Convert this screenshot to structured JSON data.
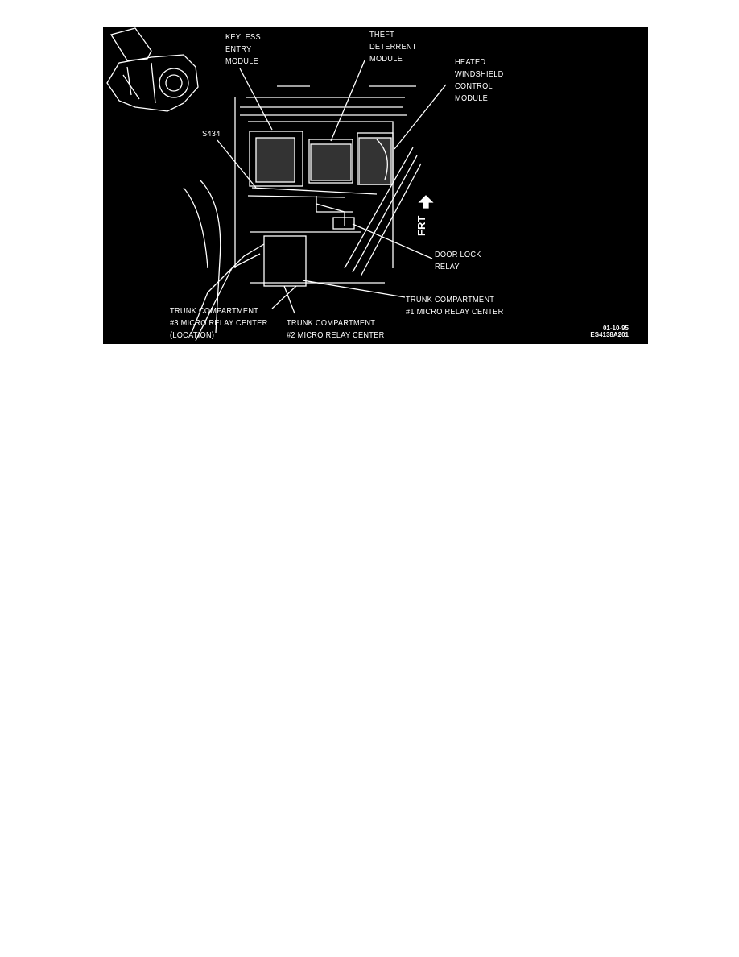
{
  "figure": {
    "labels": {
      "keyless": [
        "KEYLESS",
        "ENTRY",
        "MODULE"
      ],
      "theft": [
        "THEFT",
        "DETERRENT",
        "MODULE"
      ],
      "heated": [
        "HEATED",
        "WINDSHIELD",
        "CONTROL",
        "MODULE"
      ],
      "splice": "S434",
      "door_lock": [
        "DOOR LOCK",
        "RELAY"
      ],
      "trunk1": [
        "TRUNK COMPARTMENT",
        "#1 MICRO RELAY CENTER"
      ],
      "trunk2": [
        "TRUNK COMPARTMENT",
        "#2 MICRO RELAY CENTER"
      ],
      "trunk3": [
        "TRUNK COMPARTMENT",
        "#3 MICRO RELAY CENTER",
        "(LOCATION)"
      ],
      "front_arrow": "FRT",
      "date": "01-10-95",
      "figure_code": "ES4138A201"
    }
  }
}
